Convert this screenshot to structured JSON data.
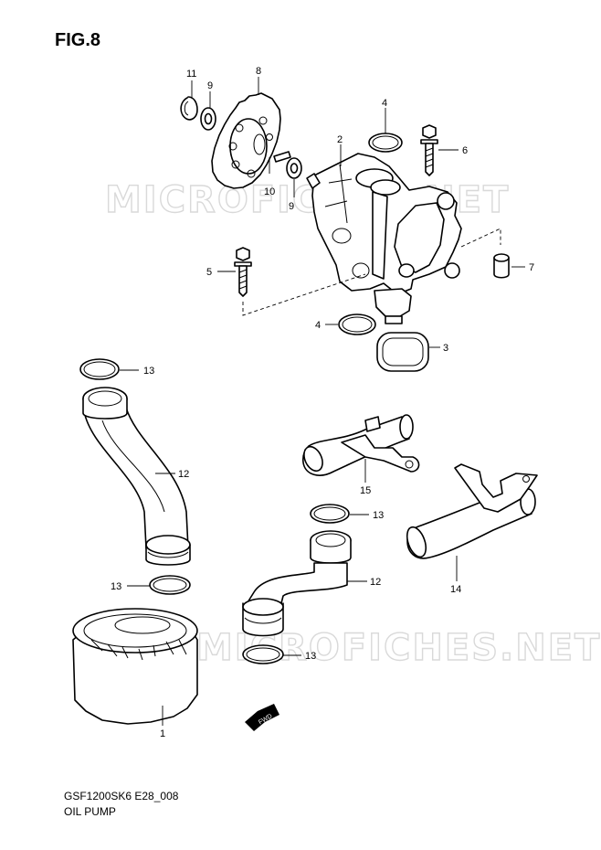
{
  "figure": {
    "title": "FIG.8",
    "code": "GSF1200SK6 E28_008",
    "name": "OIL PUMP"
  },
  "watermark": "MICROFICHES.NET",
  "fwd_label": "FWD",
  "callouts": [
    "11",
    "9",
    "8",
    "4",
    "2",
    "6",
    "10",
    "9",
    "5",
    "7",
    "4",
    "3",
    "13",
    "12",
    "15",
    "13",
    "12",
    "14",
    "13",
    "13",
    "1"
  ]
}
